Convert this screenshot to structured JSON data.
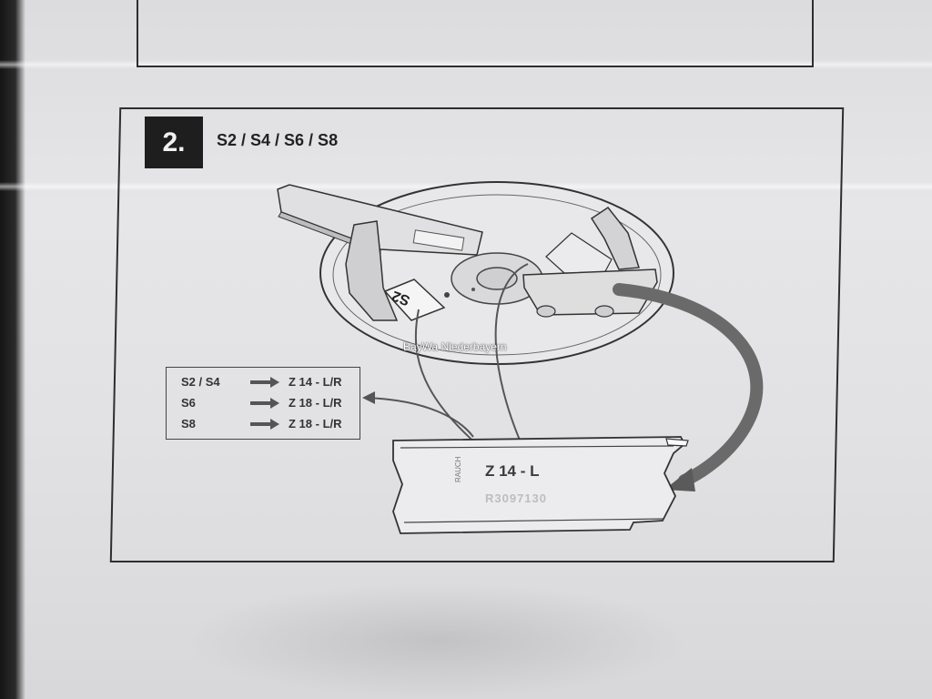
{
  "step": {
    "number": "2.",
    "models": "S2 / S4 / S6 / S8"
  },
  "watermark": "BayWa Niederbayern",
  "vane_tag": "S2",
  "legend": [
    {
      "model": "S2 / S4",
      "result": "Z 14 - L/R"
    },
    {
      "model": "S6",
      "result": "Z 18 - L/R"
    },
    {
      "model": "S8",
      "result": "Z 18 - L/R"
    }
  ],
  "vane_detail": {
    "code": "Z 14 - L",
    "brand": "RAUCH",
    "serial": "R3097130"
  },
  "icons": [
    "arrow-right-icon",
    "curved-arrow-icon"
  ]
}
